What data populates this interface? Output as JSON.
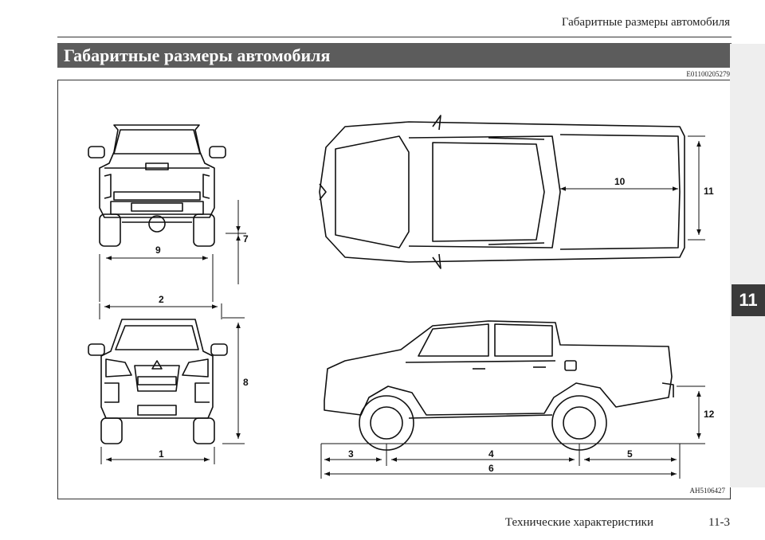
{
  "header": {
    "running_title": "Габаритные размеры автомобиля"
  },
  "section": {
    "title": "Габаритные размеры автомобиля",
    "code": "E01100205279"
  },
  "figure": {
    "code": "AH5106427",
    "dimension_labels": [
      "1",
      "2",
      "3",
      "4",
      "5",
      "6",
      "7",
      "8",
      "9",
      "10",
      "11",
      "12"
    ]
  },
  "chapter_tab": {
    "number": "11"
  },
  "footer": {
    "text": "Технические характеристики",
    "page_number": "11-3"
  }
}
